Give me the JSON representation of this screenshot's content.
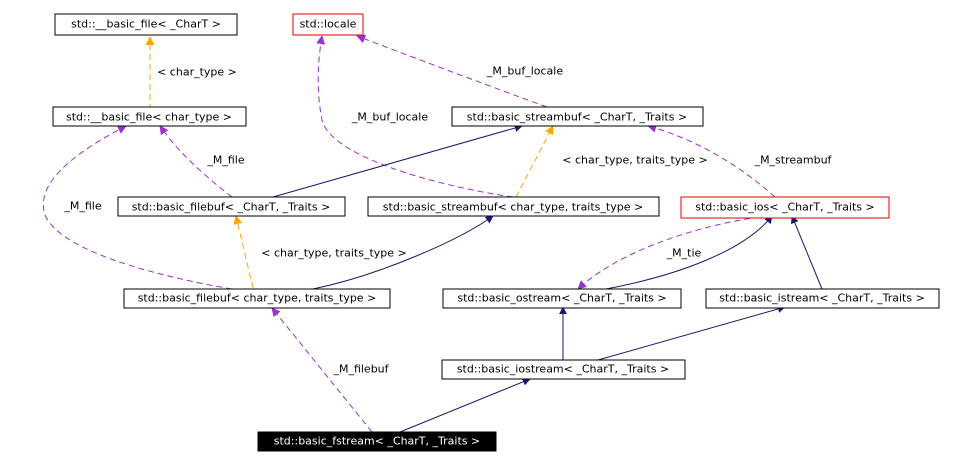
{
  "colors": {
    "inheritance": "#191970",
    "template": "#ffa500",
    "member": "#9a32cd",
    "node_border": "#000000",
    "undocumented_border": "#e00000",
    "focus_fill": "#000000",
    "focus_text": "#ffffff"
  },
  "nodes": [
    {
      "id": "basic_file_chart",
      "label": "std::__basic_file< _CharT >",
      "style": "normal"
    },
    {
      "id": "locale",
      "label": "std::locale",
      "style": "red"
    },
    {
      "id": "basic_file_chartype",
      "label": "std::__basic_file< char_type >",
      "style": "normal"
    },
    {
      "id": "streambuf_chart",
      "label": "std::basic_streambuf< _CharT, _Traits >",
      "style": "normal"
    },
    {
      "id": "filebuf_chart",
      "label": "std::basic_filebuf< _CharT, _Traits >",
      "style": "normal"
    },
    {
      "id": "streambuf_chartype",
      "label": "std::basic_streambuf< char_type, traits_type >",
      "style": "normal"
    },
    {
      "id": "ios",
      "label": "std::basic_ios< _CharT, _Traits >",
      "style": "red"
    },
    {
      "id": "filebuf_chartype",
      "label": "std::basic_filebuf< char_type, traits_type >",
      "style": "normal"
    },
    {
      "id": "ostream",
      "label": "std::basic_ostream< _CharT, _Traits >",
      "style": "normal"
    },
    {
      "id": "istream",
      "label": "std::basic_istream< _CharT, _Traits >",
      "style": "normal"
    },
    {
      "id": "iostream",
      "label": "std::basic_iostream< _CharT, _Traits >",
      "style": "normal"
    },
    {
      "id": "fstream",
      "label": "std::basic_fstream< _CharT, _Traits >",
      "style": "focus"
    }
  ],
  "edges": [
    {
      "from": "basic_file_chart",
      "to": "basic_file_chartype",
      "kind": "template",
      "label": "< char_type >"
    },
    {
      "from": "locale",
      "to": "streambuf_chart",
      "kind": "member",
      "label": "_M_buf_locale"
    },
    {
      "from": "locale",
      "to": "streambuf_chartype",
      "kind": "member",
      "label": "_M_buf_locale"
    },
    {
      "from": "basic_file_chartype",
      "to": "filebuf_chart",
      "kind": "member",
      "label": "_M_file"
    },
    {
      "from": "basic_file_chartype",
      "to": "filebuf_chartype",
      "kind": "member",
      "label": "_M_file"
    },
    {
      "from": "streambuf_chart",
      "to": "filebuf_chart",
      "kind": "inheritance",
      "label": ""
    },
    {
      "from": "streambuf_chart",
      "to": "streambuf_chartype",
      "kind": "template",
      "label": "< char_type, traits_type >"
    },
    {
      "from": "streambuf_chart",
      "to": "ios",
      "kind": "member",
      "label": "_M_streambuf"
    },
    {
      "from": "filebuf_chart",
      "to": "filebuf_chartype",
      "kind": "template",
      "label": "< char_type, traits_type >"
    },
    {
      "from": "streambuf_chartype",
      "to": "filebuf_chartype",
      "kind": "inheritance",
      "label": ""
    },
    {
      "from": "ios",
      "to": "ostream",
      "kind": "inheritance",
      "label": ""
    },
    {
      "from": "ios",
      "to": "istream",
      "kind": "inheritance",
      "label": ""
    },
    {
      "from": "ostream",
      "to": "ios",
      "kind": "member",
      "label": "_M_tie"
    },
    {
      "from": "ostream",
      "to": "iostream",
      "kind": "inheritance",
      "label": ""
    },
    {
      "from": "istream",
      "to": "iostream",
      "kind": "inheritance",
      "label": ""
    },
    {
      "from": "iostream",
      "to": "fstream",
      "kind": "inheritance",
      "label": ""
    },
    {
      "from": "filebuf_chartype",
      "to": "fstream",
      "kind": "member",
      "label": "_M_filebuf"
    }
  ]
}
